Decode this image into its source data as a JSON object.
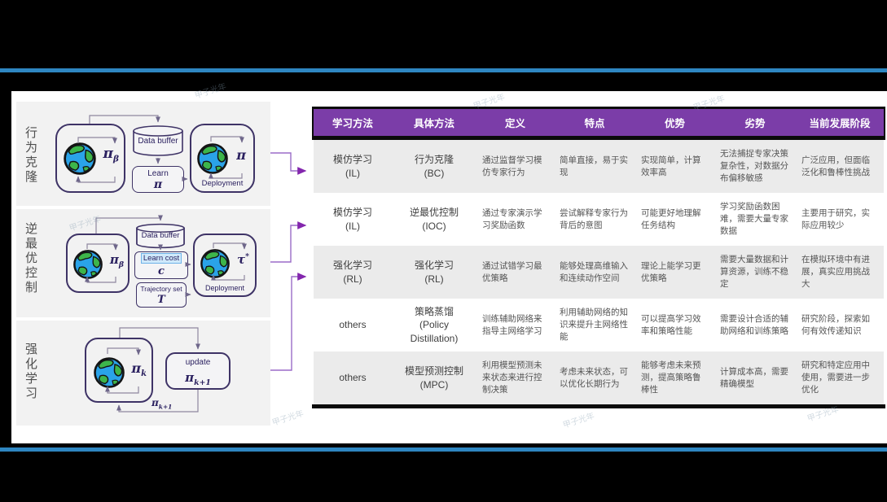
{
  "watermark": "甲子光年",
  "colors": {
    "divider_blue": "#2e86c1",
    "table_header_purple": "#7b3da8",
    "row_alt_gray": "#ebebeb",
    "connector_purple": "#8326ad",
    "diagram_outline": "#3e3366"
  },
  "diagrams": [
    {
      "label": "行为克隆",
      "agent": {
        "symbol": "π",
        "sub": "β"
      },
      "buffer": "Data buffer",
      "learn": {
        "label": "Learn",
        "symbol": "π"
      },
      "deploy": {
        "symbol": "π",
        "caption": "Deployment"
      }
    },
    {
      "label": "逆最优控制",
      "agent": {
        "symbol": "π",
        "sub": "β"
      },
      "buffer": "Data buffer",
      "learn": {
        "label": "Learn cost",
        "symbol": "c"
      },
      "trajectory": {
        "label": "Trajectory set",
        "symbol": "T"
      },
      "deploy": {
        "symbol": "τ",
        "sup": "*",
        "caption": "Deployment"
      }
    },
    {
      "label": "强化学习",
      "agent": {
        "symbol": "π",
        "sub": "k"
      },
      "update": {
        "label": "update",
        "symbol": "π",
        "sub": "k+1"
      },
      "loop": {
        "symbol": "π",
        "sub": "k+1"
      }
    }
  ],
  "table": {
    "headers": [
      "学习方法",
      "具体方法",
      "定义",
      "特点",
      "优势",
      "劣势",
      "当前发展阶段"
    ],
    "rows": [
      {
        "method": "模仿学习",
        "method_abbr": "(IL)",
        "specific": "行为克隆",
        "specific_abbr": "(BC)",
        "definition": "通过监督学习模仿专家行为",
        "features": "简单直接，易于实现",
        "advantages": "实现简单，计算效率高",
        "disadvantages": "无法捕捉专家决策复杂性，对数据分布偏移敏感",
        "stage": "广泛应用，但面临泛化和鲁棒性挑战"
      },
      {
        "method": "模仿学习",
        "method_abbr": "(IL)",
        "specific": "逆最优控制",
        "specific_abbr": "(IOC)",
        "definition": "通过专家演示学习奖励函数",
        "features": "尝试解释专家行为背后的意图",
        "advantages": "可能更好地理解任务结构",
        "disadvantages": "学习奖励函数困难，需要大量专家数据",
        "stage": "主要用于研究，实际应用较少"
      },
      {
        "method": "强化学习",
        "method_abbr": "(RL)",
        "specific": "强化学习",
        "specific_abbr": "(RL)",
        "definition": "通过试错学习最优策略",
        "features": "能够处理高维输入和连续动作空间",
        "advantages": "理论上能学习更优策略",
        "disadvantages": "需要大量数据和计算资源，训练不稳定",
        "stage": "在模拟环境中有进展，真实应用挑战大"
      },
      {
        "method": "others",
        "method_abbr": "",
        "specific": "策略蒸馏",
        "specific_abbr": "(Policy Distillation)",
        "definition": "训练辅助网络来指导主网络学习",
        "features": "利用辅助网络的知识来提升主网络性能",
        "advantages": "可以提高学习效率和策略性能",
        "disadvantages": "需要设计合适的辅助网络和训练策略",
        "stage": "研究阶段，探索如何有效传递知识"
      },
      {
        "method": "others",
        "method_abbr": "",
        "specific": "模型预测控制",
        "specific_abbr": "(MPC)",
        "definition": "利用模型预测未来状态来进行控制决策",
        "features": "考虑未来状态，可以优化长期行为",
        "advantages": "能够考虑未来预测，提高策略鲁棒性",
        "disadvantages": "计算成本高，需要精确模型",
        "stage": "研究和特定应用中使用，需要进一步优化"
      }
    ]
  }
}
